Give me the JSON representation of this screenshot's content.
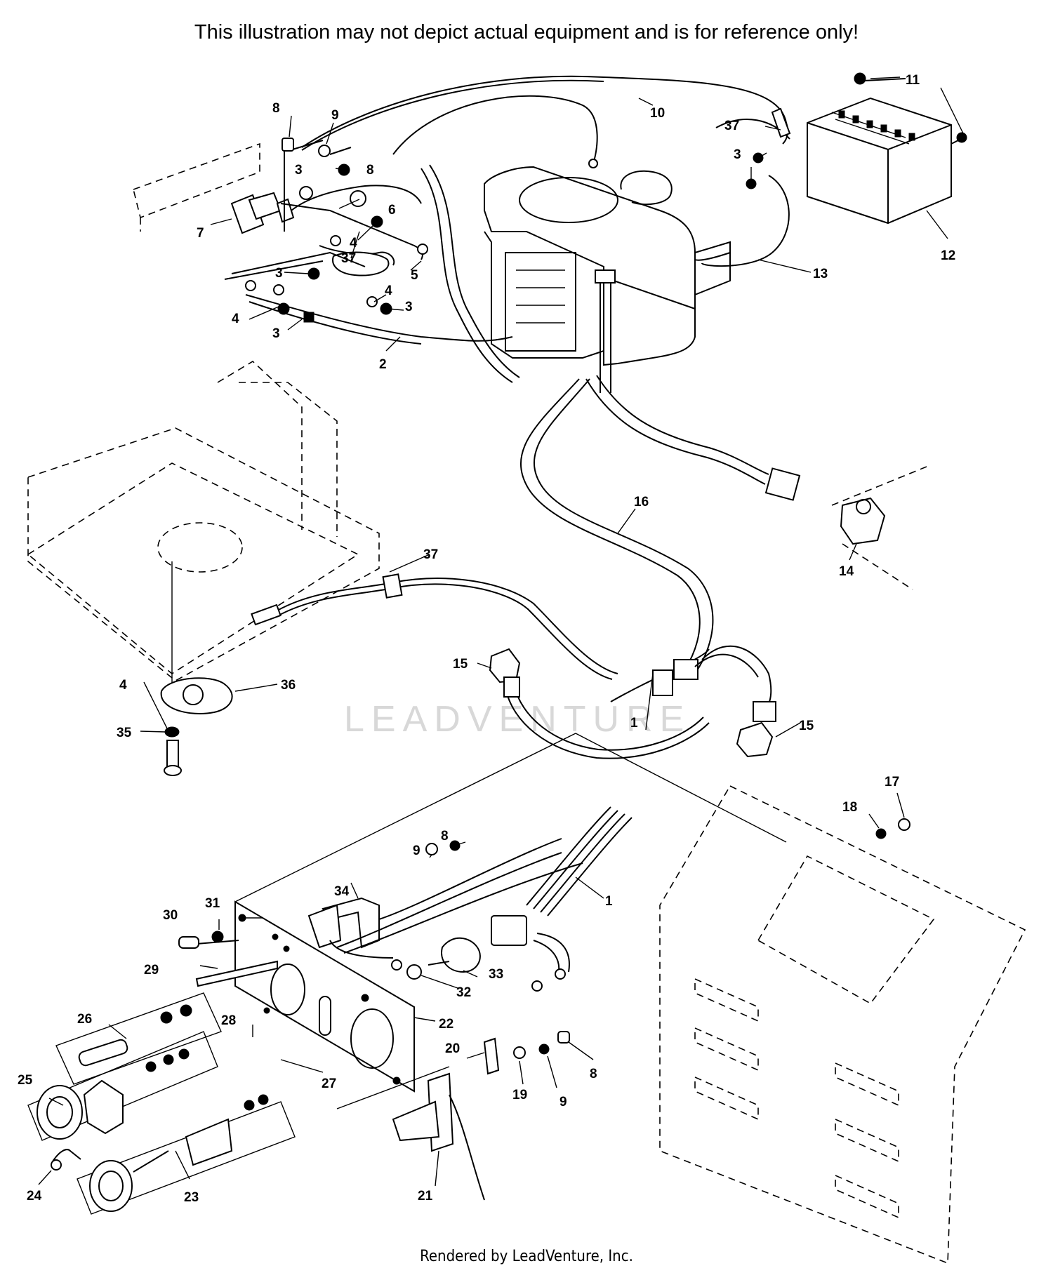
{
  "header": {
    "disclaimer": "This illustration may not depict actual equipment and is for reference only!"
  },
  "footer": {
    "rendered_by": "Rendered by LeadVenture, Inc."
  },
  "watermark": {
    "text": "LEADVENTURE"
  },
  "callouts": {
    "c1a": "1",
    "c1b": "1",
    "c2": "2",
    "c3a": "3",
    "c3b": "3",
    "c3c": "3",
    "c3d": "3",
    "c3e": "3",
    "c4a": "4",
    "c4b": "4",
    "c4c": "4",
    "c4d": "4",
    "c5": "5",
    "c6": "6",
    "c7": "7",
    "c8a": "8",
    "c8b": "8",
    "c8c": "8",
    "c8d": "8",
    "c9a": "9",
    "c9b": "9",
    "c9c": "9",
    "c10": "10",
    "c11": "11",
    "c12": "12",
    "c13": "13",
    "c14": "14",
    "c15a": "15",
    "c15b": "15",
    "c16": "16",
    "c17": "17",
    "c18": "18",
    "c19": "19",
    "c20": "20",
    "c21": "21",
    "c22": "22",
    "c23": "23",
    "c24": "24",
    "c25": "25",
    "c26": "26",
    "c27": "27",
    "c28": "28",
    "c29": "29",
    "c30": "30",
    "c31": "31",
    "c32": "32",
    "c33": "33",
    "c34": "34",
    "c35": "35",
    "c36": "36",
    "c37a": "37",
    "c37b": "37",
    "c37c": "37"
  }
}
